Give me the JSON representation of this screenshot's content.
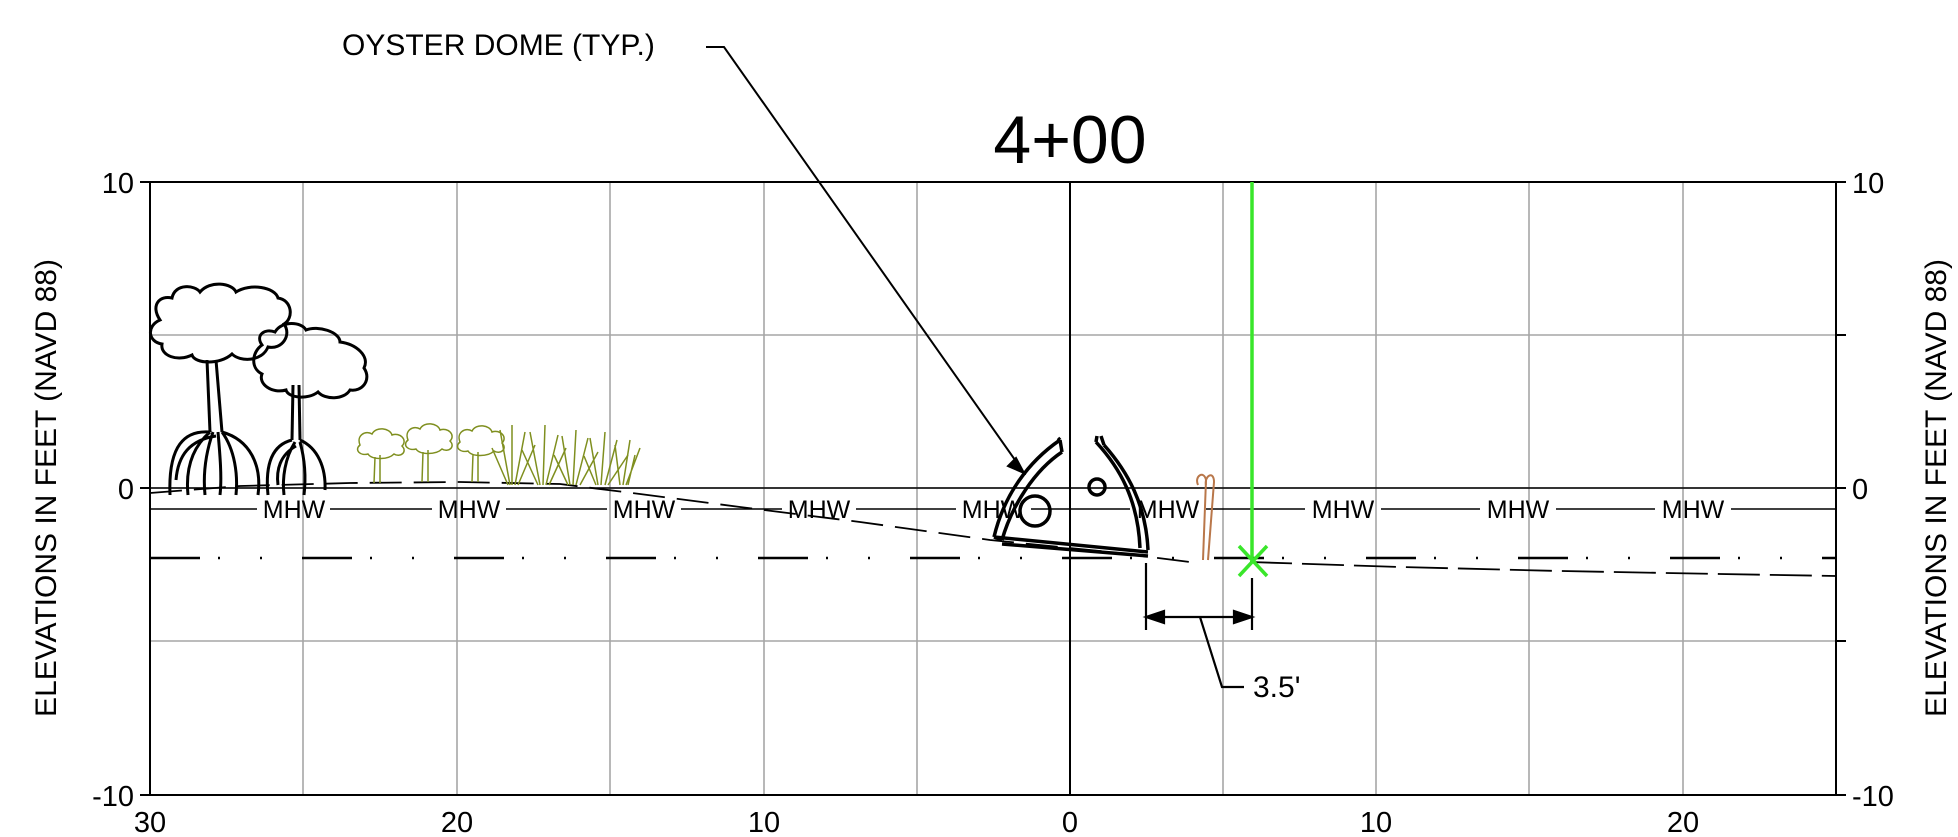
{
  "title": "4+00",
  "axes": {
    "ylabel_left": "ELEVATIONS IN FEET (NAVD 88)",
    "ylabel_right": "ELEVATIONS IN FEET (NAVD 88)",
    "y_ticks": [
      10,
      0,
      -10
    ],
    "x_ticks": [
      30,
      20,
      10,
      0,
      10,
      20
    ]
  },
  "water_level": {
    "label": "MHW",
    "count": 9
  },
  "callout": {
    "text": "OYSTER DOME (TYP.)"
  },
  "dimension": {
    "text": "3.5'"
  },
  "colors": {
    "survey_marker": "#39e62a",
    "grass": "#7f8f1f",
    "stakes": "#b9774a",
    "grid": "#a6a6a6"
  },
  "icons": [
    "mangrove-tree-icon",
    "shrub-icon",
    "marsh-grass-icon",
    "oyster-dome-icon",
    "stake-icon",
    "survey-point-icon"
  ]
}
